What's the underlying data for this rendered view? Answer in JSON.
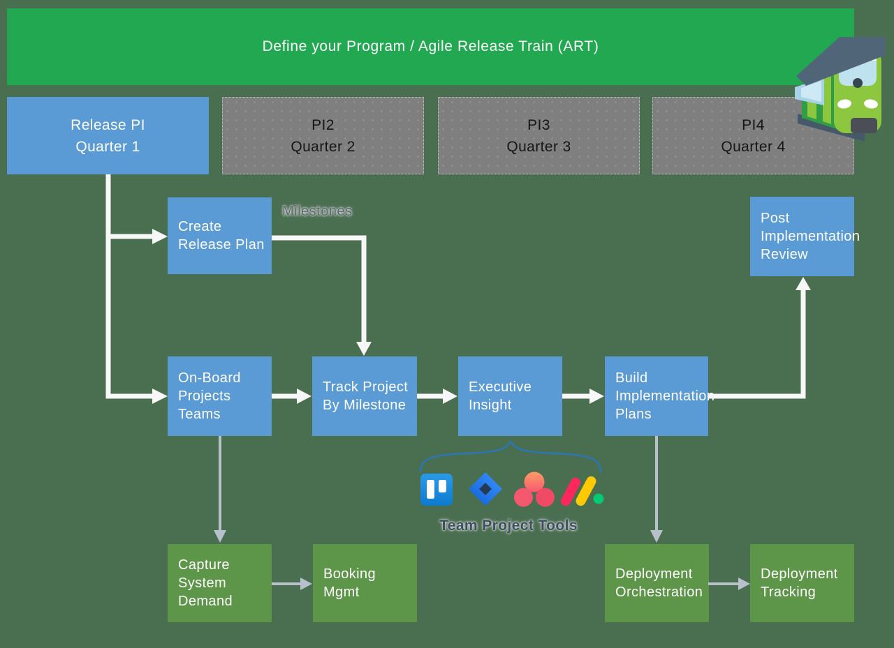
{
  "banner": {
    "title": "Define your Program / Agile Release Train (ART)"
  },
  "quarters": [
    {
      "line1": "Release PI",
      "line2": "Quarter 1"
    },
    {
      "line1": "PI2",
      "line2": "Quarter 2"
    },
    {
      "line1": "PI3",
      "line2": "Quarter 3"
    },
    {
      "line1": "PI4",
      "line2": "Quarter 4"
    }
  ],
  "process": {
    "create_release_plan": "Create\nRelease Plan",
    "on_board_projects_teams": "On-Board\nProjects\nTeams",
    "track_project_by_milestone": "Track Project\nBy Milestone",
    "executive_insight": "Executive\nInsight",
    "build_implementation_plans": "Build\nImplementation\nPlans",
    "post_implementation_review": "Post\nImplementation\nReview"
  },
  "support": {
    "capture_system_demand": "Capture\nSystem\nDemand",
    "booking_mgmt": "Booking\nMgmt",
    "deployment_orchestration": "Deployment\nOrchestration",
    "deployment_tracking": "Deployment\nTracking"
  },
  "annotations": {
    "milestones": "Milestones",
    "team_project_tools": "Team Project Tools"
  },
  "icons": [
    {
      "name": "trello-icon"
    },
    {
      "name": "jira-icon"
    },
    {
      "name": "asana-icon"
    },
    {
      "name": "monday-icon"
    },
    {
      "name": "train-icon"
    }
  ],
  "colors": {
    "background": "#4a6e50",
    "banner_green": "#21a851",
    "process_blue": "#5b9bd5",
    "quarter_gray": "#7f7f7f",
    "support_green": "#5d9649",
    "white_connector": "#ffffff",
    "gray_connector": "#b7c0cb",
    "brace_blue": "#2e75b6",
    "milestones_text": "#5d6570",
    "tools_text": "#3f4d63"
  }
}
